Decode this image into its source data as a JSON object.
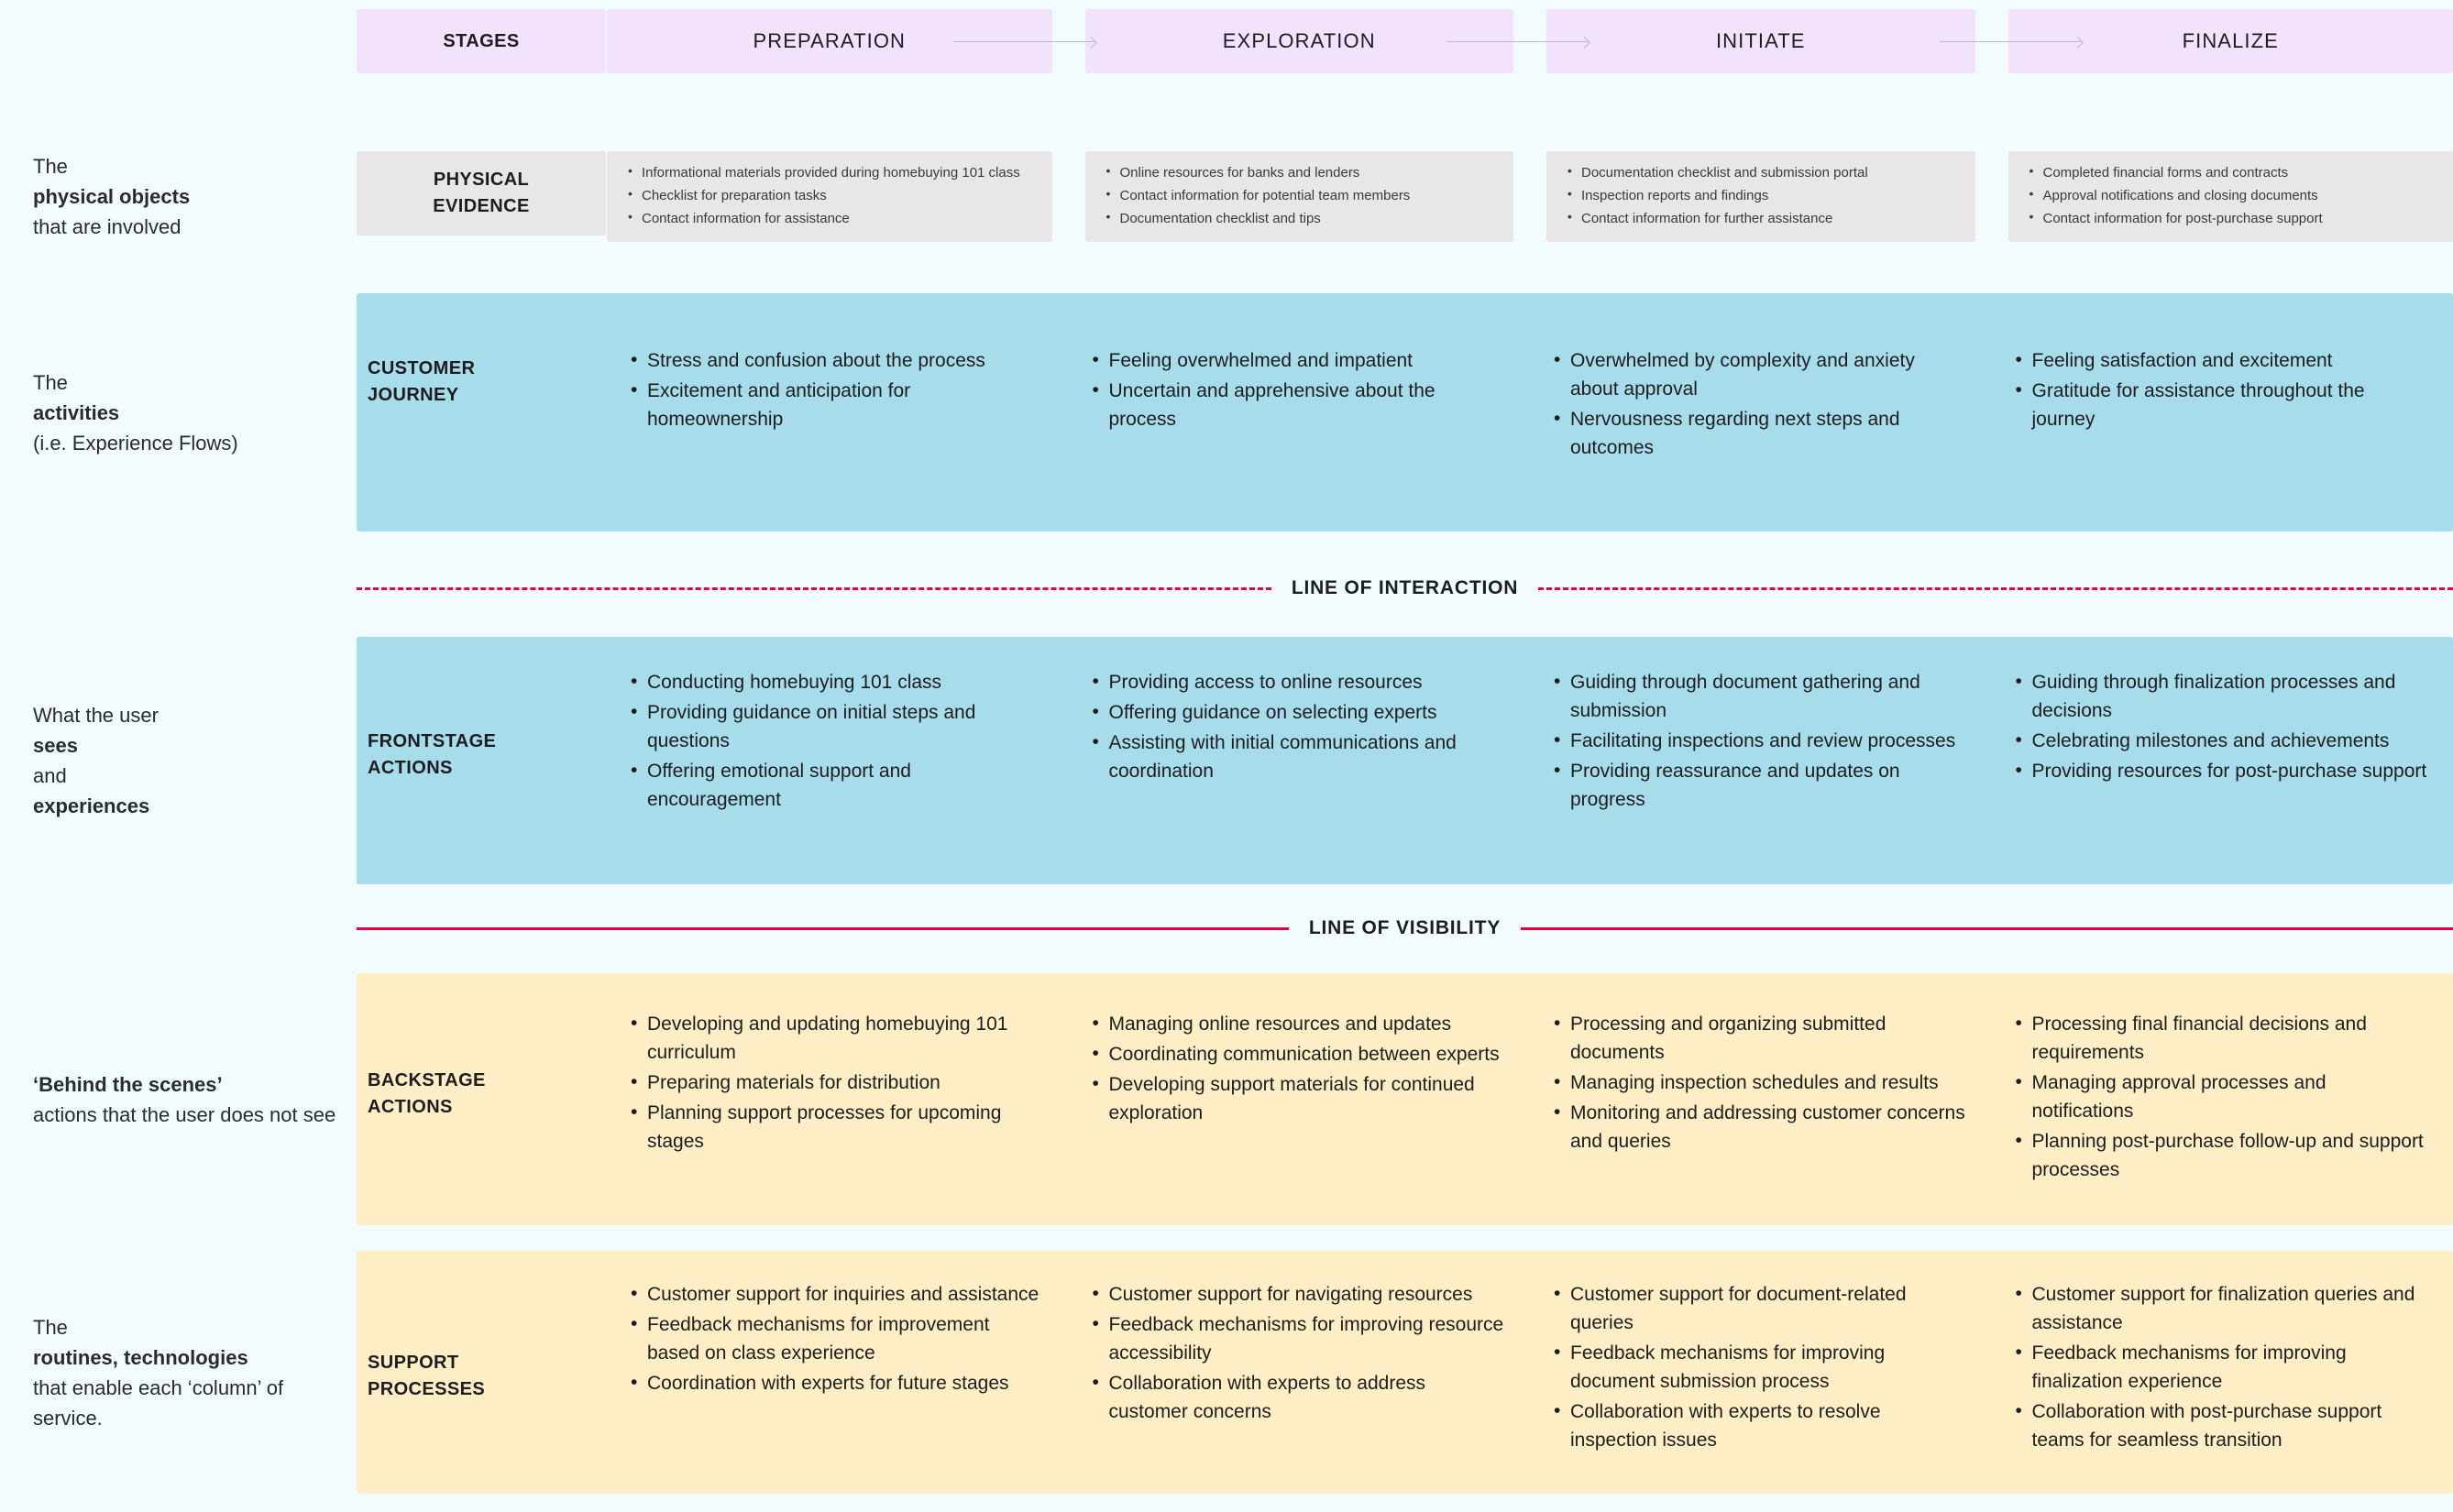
{
  "accent": {
    "background": "#f2fbfd",
    "stage_fill": "#f3e2fb",
    "evidence_fill": "#e8e6e6",
    "frontstage_fill": "#a7ddea",
    "backstage_fill": "#fdeec6",
    "line_color": "#e6003c"
  },
  "descriptions": {
    "physical_evidence": {
      "lead": "The ",
      "bold": "physical objects",
      "rest": "that are involved"
    },
    "customer_journey": {
      "lead": "The ",
      "bold": "activities",
      "rest": "(i.e. Experience Flows)"
    },
    "frontstage": {
      "lead": "What the user ",
      "bold": "sees",
      "rest": "and ",
      "bold2": "experiences"
    },
    "backstage": {
      "bold": "‘Behind the scenes’",
      "rest": "actions that the user does not see"
    },
    "support": {
      "lead": "The ",
      "bold": "routines, technologies",
      "rest": " that enable each ‘column’ of service."
    }
  },
  "row_labels": {
    "stages": "STAGES",
    "physical_evidence": "PHYSICAL EVIDENCE",
    "customer_journey": "CUSTOMER JOURNEY",
    "frontstage": "FRONTSTAGE ACTIONS",
    "backstage": "BACKSTAGE ACTIONS",
    "support": "SUPPORT PROCESSES"
  },
  "dividers": {
    "interaction": "LINE OF INTERACTION",
    "visibility": "LINE OF VISIBILITY"
  },
  "stages": [
    {
      "label": "PREPARATION"
    },
    {
      "label": "EXPLORATION"
    },
    {
      "label": "INITIATE"
    },
    {
      "label": "FINALIZE"
    }
  ],
  "rows": {
    "physical_evidence": [
      [
        "Informational materials provided during homebuying 101 class",
        "Checklist for preparation tasks",
        "Contact information for assistance"
      ],
      [
        "Online resources for banks and lenders",
        "Contact information for potential team members",
        "Documentation checklist and tips"
      ],
      [
        "Documentation checklist and submission portal",
        "Inspection reports and findings",
        "Contact information for further assistance"
      ],
      [
        "Completed financial forms and contracts",
        "Approval notifications and closing documents",
        "Contact information for post-purchase support"
      ]
    ],
    "customer_journey": [
      [
        "Stress and confusion about the process",
        "Excitement and anticipation for homeownership"
      ],
      [
        "Feeling overwhelmed and impatient",
        "Uncertain and apprehensive about the process"
      ],
      [
        "Overwhelmed by complexity and anxiety about approval",
        "Nervousness regarding next steps and outcomes"
      ],
      [
        "Feeling satisfaction and excitement",
        "Gratitude for assistance throughout the journey"
      ]
    ],
    "frontstage": [
      [
        "Conducting homebuying 101 class",
        "Providing guidance on initial steps and questions",
        "Offering emotional support and encouragement"
      ],
      [
        "Providing access to online resources",
        "Offering guidance on selecting experts",
        "Assisting with initial communications and coordination"
      ],
      [
        "Guiding through document gathering and submission",
        "Facilitating inspections and review processes",
        "Providing reassurance and updates on progress"
      ],
      [
        "Guiding through finalization processes and decisions",
        "Celebrating milestones and achievements",
        "Providing resources for post-purchase support"
      ]
    ],
    "backstage": [
      [
        "Developing and updating homebuying 101 curriculum",
        "Preparing materials for distribution",
        "Planning support processes for upcoming stages"
      ],
      [
        "Managing online resources and updates",
        "Coordinating communication between experts",
        "Developing support materials for continued exploration"
      ],
      [
        "Processing and organizing submitted documents",
        "Managing inspection schedules and results",
        "Monitoring and addressing customer concerns and queries"
      ],
      [
        "Processing final financial decisions and requirements",
        "Managing approval processes and notifications",
        "Planning post-purchase follow-up and support processes"
      ]
    ],
    "support": [
      [
        "Customer support for inquiries and assistance",
        "Feedback mechanisms for improvement based on class experience",
        "Coordination with experts for future stages"
      ],
      [
        "Customer support for navigating resources",
        "Feedback mechanisms for improving resource accessibility",
        "Collaboration with experts to address customer concerns"
      ],
      [
        "Customer support for document-related queries",
        "Feedback mechanisms for improving document submission process",
        "Collaboration with experts to resolve inspection issues"
      ],
      [
        "Customer support for finalization queries and assistance",
        "Feedback mechanisms for improving finalization experience",
        "Collaboration with post-purchase support teams for seamless transition"
      ]
    ]
  }
}
